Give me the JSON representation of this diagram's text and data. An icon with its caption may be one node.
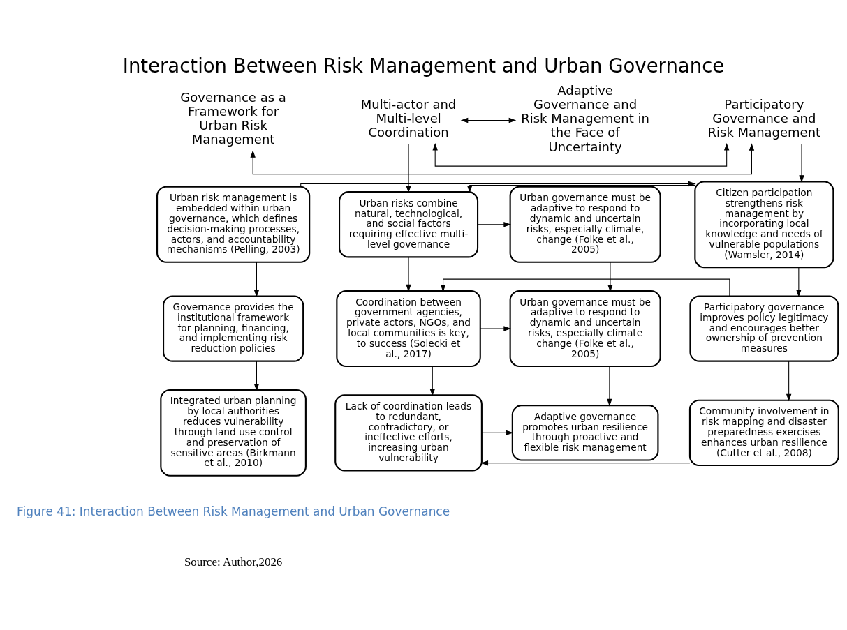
{
  "diagram": {
    "title": "Interaction Between Risk Management and Urban Governance",
    "caption": "Figure 41: Interaction Between Risk Management and Urban Governance",
    "nodes": [
      {
        "text": [
          "Governance as a Framework for Urban Risk Management"
        ]
      },
      {
        "text": [
          "Participatory Governance and Risk Management"
        ]
      },
      {
        "text": [
          "Multi-actor and Multi-level Coordination"
        ]
      },
      {
        "text": [
          "Adaptive Governance and Risk Management in the Face of Uncertainty"
        ]
      },
      {
        "text": [
          "Urban risk management is embedded within urban governance, which defines decision-making processes, actors, and accountability mechanisms (Pelling, 2003)"
        ]
      },
      {
        "text": [
          "Citizen participation strengthens risk management by incorporating local knowledge and needs of vulnerable populations (Wamsler, 2014)"
        ]
      },
      {
        "text": [
          "Urban risks combine natural, technological, and social factors requiring effective multi-level governance"
        ]
      },
      {
        "text": [
          "Urban governance must be adaptive to respond to dynamic and uncertain risks, especially climate, change (Folke et al., 2005)"
        ]
      },
      {
        "text": [
          "Governance provides the institutional framework for planning, financing, and implementing risk reduction policies"
        ]
      },
      {
        "text": [
          "Participatory governance improves policy legitimacy and encourages better ownership of prevention measures"
        ]
      },
      {
        "text": [
          "Coordination between government agencies, private actors, NGOs, and local communities is key, to success (Solecki et al., 2017)"
        ]
      },
      {
        "text": [
          "Urban governance must be adaptive to respond to dynamic and uncertain risks, especially climate change (Folke et al., 2005)"
        ]
      },
      {
        "text": [
          "Integrated urban planning by local authorities reduces vulnerability through land use control and preservation of sensitive areas (Birkmann et al., 2010)"
        ]
      },
      {
        "text": [
          "Community involvement in risk mapping and disaster preparedness exercises enhances urban resilience (Cutter et al., 2008)"
        ]
      },
      {
        "text": [
          "Lack of coordination leads to redundant, contradictory, or ineffective efforts, increasing urban vulnerability"
        ]
      },
      {
        "text": [
          "Adaptive governance promotes urban resilience through proactive and flexible risk management"
        ]
      }
    ],
    "edges": [
      {
        "from": 0,
        "to": 1,
        "arrow": "both"
      },
      {
        "from": 1,
        "to": 2,
        "arrow": "both"
      },
      {
        "from": 2,
        "to": 3,
        "arrow": "both"
      },
      {
        "from": 1,
        "to": 5,
        "arrow": "to"
      },
      {
        "from": 2,
        "to": 6,
        "arrow": "to"
      },
      {
        "from": 4,
        "to": 5,
        "arrow": "to"
      },
      {
        "from": 5,
        "to": 6,
        "arrow": "to"
      },
      {
        "from": 6,
        "to": 7,
        "arrow": "to"
      },
      {
        "from": 4,
        "to": 8,
        "arrow": "to"
      },
      {
        "from": 8,
        "to": 12,
        "arrow": "to"
      },
      {
        "from": 5,
        "to": 9,
        "arrow": "to"
      },
      {
        "from": 9,
        "to": 13,
        "arrow": "to"
      },
      {
        "from": 6,
        "to": 10,
        "arrow": "to"
      },
      {
        "from": 10,
        "to": 14,
        "arrow": "to"
      },
      {
        "from": 7,
        "to": 11,
        "arrow": "to"
      },
      {
        "from": 11,
        "to": 15,
        "arrow": "to"
      },
      {
        "from": 9,
        "to": 10,
        "arrow": "to"
      },
      {
        "from": 10,
        "to": 11,
        "arrow": "to"
      },
      {
        "from": 13,
        "to": 14,
        "arrow": "to"
      },
      {
        "from": 14,
        "to": 15,
        "arrow": "to"
      }
    ],
    "labels": [
      "Source: Author,2026"
    ]
  }
}
